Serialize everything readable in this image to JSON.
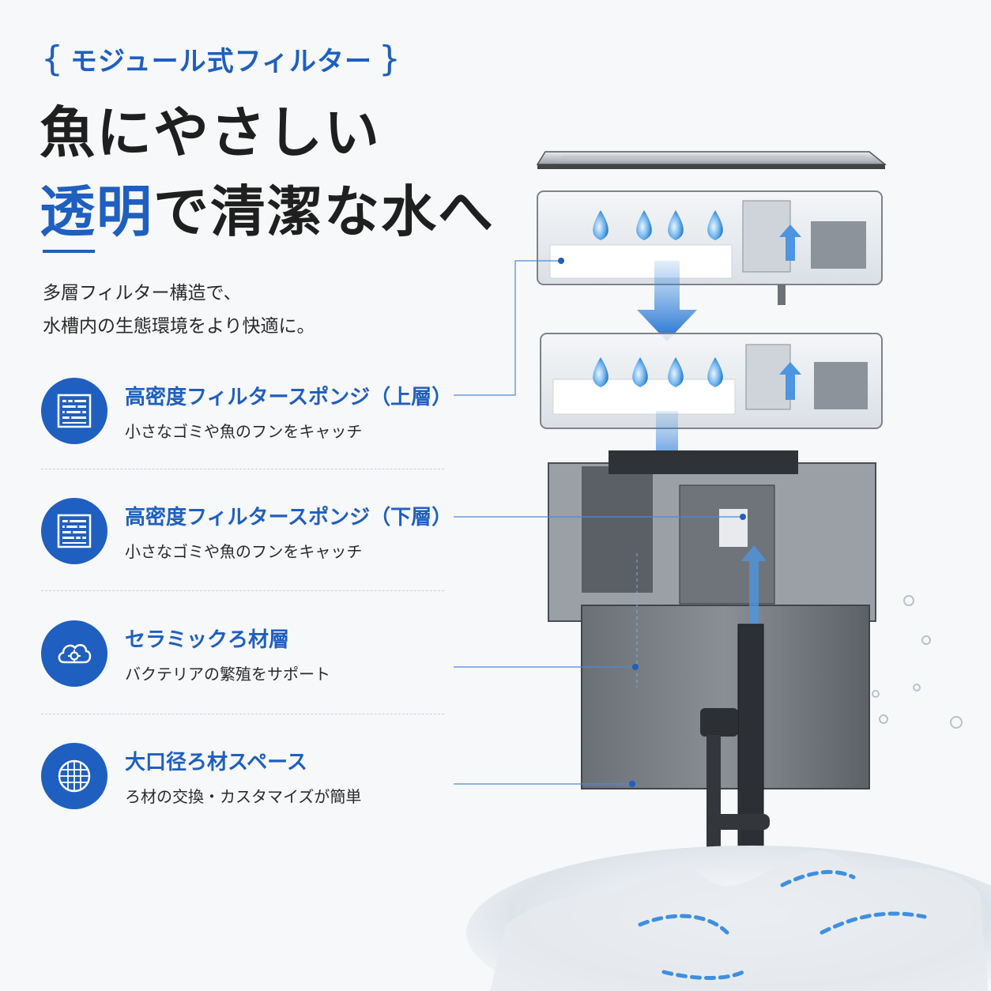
{
  "header": {
    "eyebrow_open": "{",
    "eyebrow": "モジュール式フィルター",
    "eyebrow_close": "}",
    "headline_line1": "魚にやさしい",
    "headline_line2_accent": "透明",
    "headline_line2_rest": "で清潔な水へ"
  },
  "intro": {
    "line1": "多層フィルター構造で、",
    "line2": "水槽内の生態環境をより快適に。"
  },
  "features": [
    {
      "title": "高密度フィルタースポンジ（上層）",
      "desc": "小さなゴミや魚のフンをキャッチ",
      "icon": "sponge-grid-icon"
    },
    {
      "title": "高密度フィルタースポンジ（下層）",
      "desc": "小さなゴミや魚のフンをキャッチ",
      "icon": "sponge-grid-icon"
    },
    {
      "title": "セラミックろ材層",
      "desc": "バクテリアの繁殖をサポート",
      "icon": "cloud-bacteria-icon"
    },
    {
      "title": "大口径ろ材スペース",
      "desc": "ろ材の交換・カスタマイズが簡単",
      "icon": "mesh-sphere-icon"
    }
  ],
  "colors": {
    "accent": "#1f5fbf",
    "text": "#1f1f1f",
    "background": "#f7f8fa"
  }
}
